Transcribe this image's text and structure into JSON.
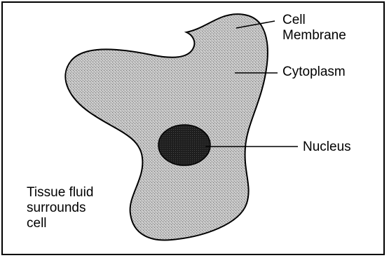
{
  "labels": {
    "membrane_line1": "Cell",
    "membrane_line2": "Membrane",
    "cytoplasm": "Cytoplasm",
    "nucleus": "Nucleus",
    "fluid_line1": "Tissue fluid",
    "fluid_line2": "surrounds",
    "fluid_line3": "cell"
  },
  "colors": {
    "cytoplasm_fill": "#b9b9b9",
    "nucleus_fill": "#2a2a2a",
    "outline": "#000000"
  }
}
